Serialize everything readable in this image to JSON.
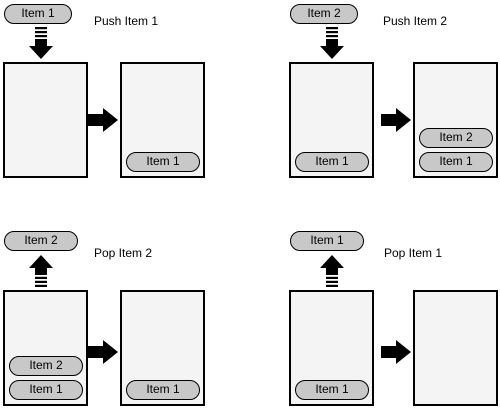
{
  "panels": {
    "push1": {
      "caption": "Push Item 1",
      "moving_item": "Item 1",
      "before": [],
      "after": [
        "Item 1"
      ]
    },
    "push2": {
      "caption": "Push Item 2",
      "moving_item": "Item 2",
      "before": [
        "Item 1"
      ],
      "after": [
        "Item 2",
        "Item 1"
      ]
    },
    "pop2": {
      "caption": "Pop Item 2",
      "moving_item": "Item 2",
      "before": [
        "Item 2",
        "Item 1"
      ],
      "after": [
        "Item 1"
      ]
    },
    "pop1": {
      "caption": "Pop Item 1",
      "moving_item": "Item 1",
      "before": [
        "Item 1"
      ],
      "after": []
    }
  },
  "colors": {
    "stack_fill": "#f4f4f4",
    "item_fill": "#c8c8c8",
    "stroke": "#000000"
  }
}
